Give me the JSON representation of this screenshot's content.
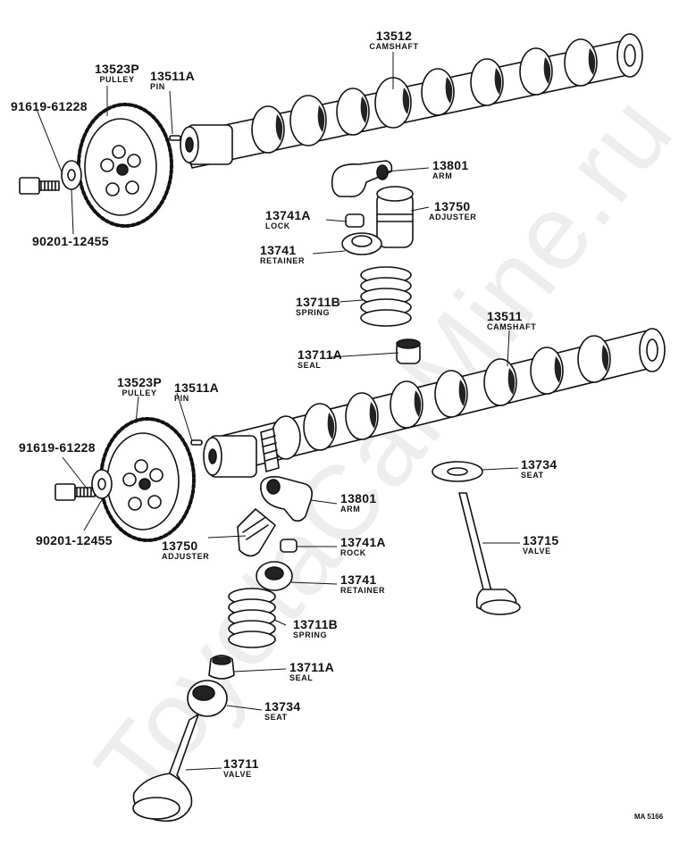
{
  "watermark": "ToyotaCarMine.ru",
  "diagram_code": "MA 5166",
  "parts": {
    "p1": {
      "number": "13512",
      "name": "CAMSHAFT"
    },
    "p2": {
      "number": "13523P",
      "name": "PULLEY"
    },
    "p3": {
      "number": "13511A",
      "name": "PIN"
    },
    "p4": {
      "number": "91619-61228",
      "name": ""
    },
    "p5": {
      "number": "90201-12455",
      "name": ""
    },
    "p6": {
      "number": "13801",
      "name": "ARM"
    },
    "p7": {
      "number": "13750",
      "name": "ADJUSTER"
    },
    "p8": {
      "number": "13741A",
      "name": "LOCK"
    },
    "p9": {
      "number": "13741",
      "name": "RETAINER"
    },
    "p10": {
      "number": "13711B",
      "name": "SPRING"
    },
    "p11": {
      "number": "13711A",
      "name": "SEAL"
    },
    "p12": {
      "number": "13511",
      "name": "CAMSHAFT"
    },
    "p13": {
      "number": "13523P",
      "name": "PULLEY"
    },
    "p14": {
      "number": "13511A",
      "name": "PIN"
    },
    "p15": {
      "number": "91619-61228",
      "name": ""
    },
    "p16": {
      "number": "90201-12455",
      "name": ""
    },
    "p17": {
      "number": "13801",
      "name": "ARM"
    },
    "p18": {
      "number": "13750",
      "name": "ADJUSTER"
    },
    "p19": {
      "number": "13741A",
      "name": "ROCK"
    },
    "p20": {
      "number": "13741",
      "name": "RETAINER"
    },
    "p21": {
      "number": "13711B",
      "name": "SPRING"
    },
    "p22": {
      "number": "13711A",
      "name": "SEAL"
    },
    "p23": {
      "number": "13734",
      "name": "SEAT"
    },
    "p24": {
      "number": "13715",
      "name": "VALVE"
    },
    "p25": {
      "number": "13734",
      "name": "SEAT"
    },
    "p26": {
      "number": "13711",
      "name": "VALVE"
    }
  }
}
